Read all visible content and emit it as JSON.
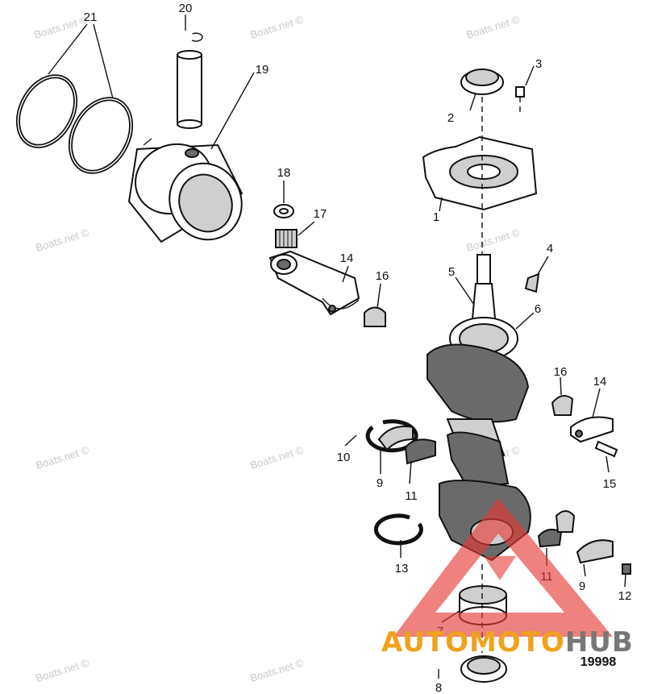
{
  "diagram": {
    "callouts": [
      {
        "key": "c21",
        "text": "21"
      },
      {
        "key": "c20",
        "text": "20"
      },
      {
        "key": "c19",
        "text": "19"
      },
      {
        "key": "c3",
        "text": "3"
      },
      {
        "key": "c2",
        "text": "2"
      },
      {
        "key": "c18",
        "text": "18"
      },
      {
        "key": "c17",
        "text": "17"
      },
      {
        "key": "c1",
        "text": "1"
      },
      {
        "key": "c14a",
        "text": "14"
      },
      {
        "key": "c4",
        "text": "4"
      },
      {
        "key": "c16a",
        "text": "16"
      },
      {
        "key": "c5",
        "text": "5"
      },
      {
        "key": "c6",
        "text": "6"
      },
      {
        "key": "c16b",
        "text": "16"
      },
      {
        "key": "c14b",
        "text": "14"
      },
      {
        "key": "c10",
        "text": "10"
      },
      {
        "key": "c9a",
        "text": "9"
      },
      {
        "key": "c11a",
        "text": "11"
      },
      {
        "key": "c15",
        "text": "15"
      },
      {
        "key": "c13",
        "text": "13"
      },
      {
        "key": "c11b",
        "text": "11"
      },
      {
        "key": "c9b",
        "text": "9"
      },
      {
        "key": "c12",
        "text": "12"
      },
      {
        "key": "c7",
        "text": "7"
      },
      {
        "key": "c8",
        "text": "8"
      }
    ],
    "drawing_number": "19998"
  },
  "watermark": {
    "text": "Boats.net ©"
  },
  "brand": {
    "part1": "AUTOMOTO",
    "part2": "HUB",
    "color_primary": "#f0a21c",
    "color_secondary": "#777777",
    "logo_color": "#e53935"
  }
}
